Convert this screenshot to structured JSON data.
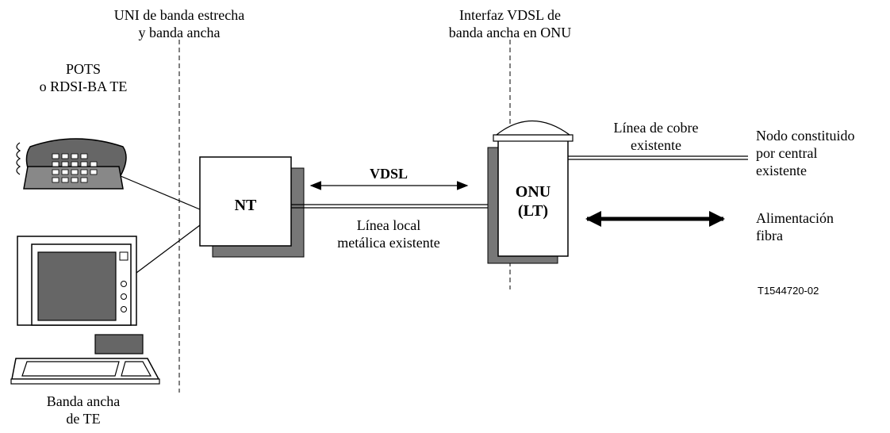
{
  "labels": {
    "uni_line1": "UNI de banda estrecha",
    "uni_line2": "y banda ancha",
    "vdsl_if_line1": "Interfaz VDSL de",
    "vdsl_if_line2": "banda ancha en ONU",
    "pots_line1": "POTS",
    "pots_line2": "o RDSI-BA TE",
    "nt": "NT",
    "vdsl": "VDSL",
    "local_line1": "Línea local",
    "local_line2": "metálica existente",
    "onu_line1": "ONU",
    "onu_line2": "(LT)",
    "copper_line1": "Línea de cobre",
    "copper_line2": "existente",
    "node_line1": "Nodo constituido",
    "node_line2": "por central",
    "node_line3": "existente",
    "power_line1": "Alimentación",
    "power_line2": "fibra",
    "te_line1": "Banda ancha",
    "te_line2": "de TE",
    "figure_ref": "T1544720-02"
  }
}
